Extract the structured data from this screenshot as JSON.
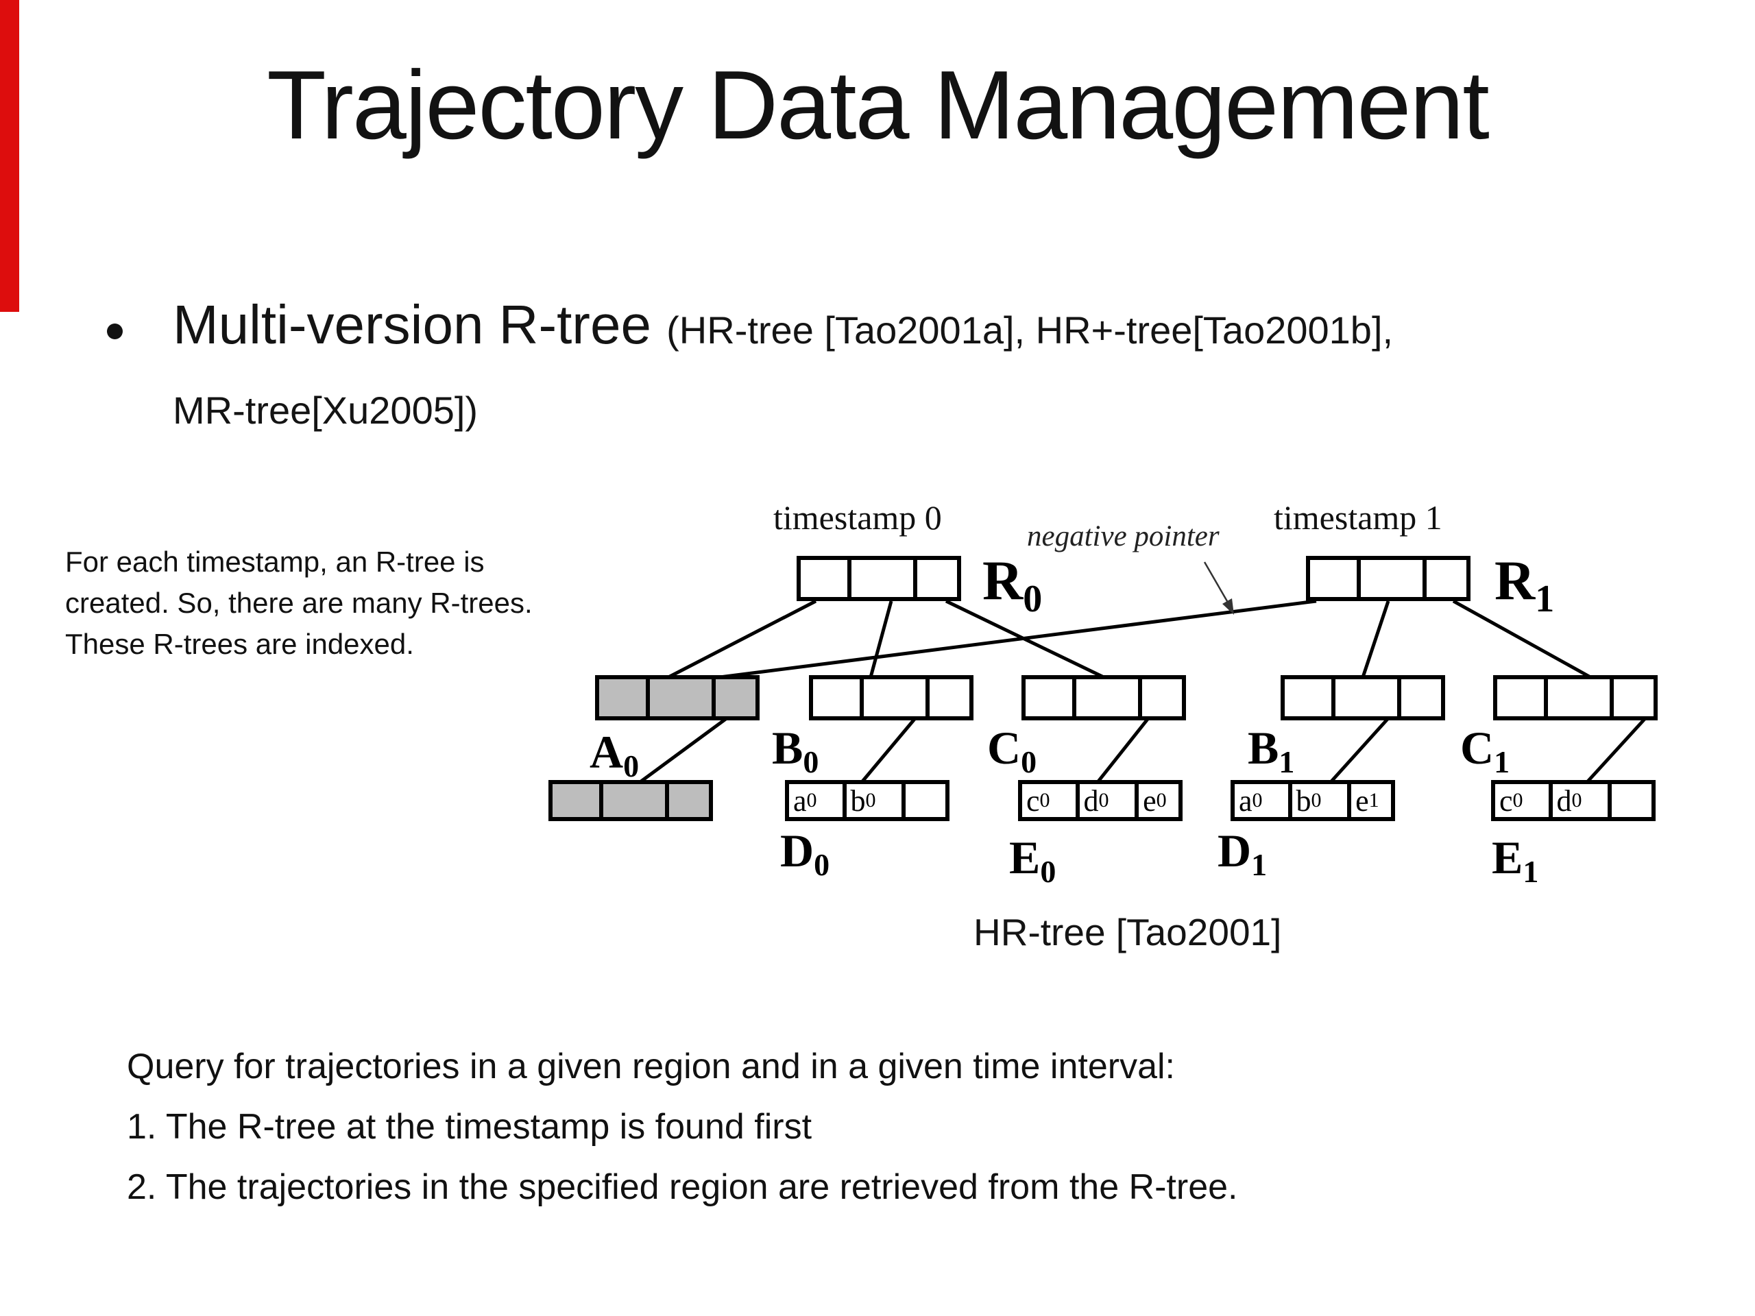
{
  "slide": {
    "title": "Trajectory Data Management",
    "bullet": {
      "main": "Multi-version R-tree ",
      "annotation": "(HR-tree [Tao2001a], HR+-tree[Tao2001b],",
      "annotation_line2": "MR-tree[Xu2005])"
    },
    "note_lines": [
      "For each timestamp, an R-tree is",
      "created. So, there are many R-trees.",
      "These R-trees are indexed."
    ],
    "query_lines": [
      "Query for trajectories in a given region and in a given time interval:",
      "1. The R-tree at the timestamp is found first",
      "2. The trajectories in the specified region are retrieved from the R-tree."
    ],
    "caption": "HR-tree [Tao2001]"
  },
  "colors": {
    "accent_red": "#dd0d0d",
    "box_gray": "#bdbdbd",
    "line_black": "#000000"
  },
  "diagram": {
    "timestamp0_label": "timestamp 0",
    "timestamp1_label": "timestamp 1",
    "negative_pointer_label": "negative pointer",
    "labels": {
      "R0": {
        "main": "R",
        "sub": "0"
      },
      "R1": {
        "main": "R",
        "sub": "1"
      },
      "A0": {
        "main": "A",
        "sub": "0"
      },
      "B0": {
        "main": "B",
        "sub": "0"
      },
      "C0": {
        "main": "C",
        "sub": "0"
      },
      "B1": {
        "main": "B",
        "sub": "1"
      },
      "C1": {
        "main": "C",
        "sub": "1"
      },
      "D0": {
        "main": "D",
        "sub": "0"
      },
      "E0": {
        "main": "E",
        "sub": "0"
      },
      "D1": {
        "main": "D",
        "sub": "1"
      },
      "E1": {
        "main": "E",
        "sub": "1"
      }
    },
    "cells": {
      "D0": [
        {
          "main": "a",
          "sub": "0"
        },
        {
          "main": "b",
          "sub": "0"
        },
        {
          "main": "",
          "sub": ""
        }
      ],
      "E0": [
        {
          "main": "c",
          "sub": "0"
        },
        {
          "main": "d",
          "sub": "0"
        },
        {
          "main": "e",
          "sub": "0"
        }
      ],
      "D1": [
        {
          "main": "a",
          "sub": "0"
        },
        {
          "main": "b",
          "sub": "0"
        },
        {
          "main": "e",
          "sub": "1"
        }
      ],
      "E1": [
        {
          "main": "c",
          "sub": "0"
        },
        {
          "main": "d",
          "sub": "0"
        },
        {
          "main": "",
          "sub": ""
        }
      ]
    }
  }
}
